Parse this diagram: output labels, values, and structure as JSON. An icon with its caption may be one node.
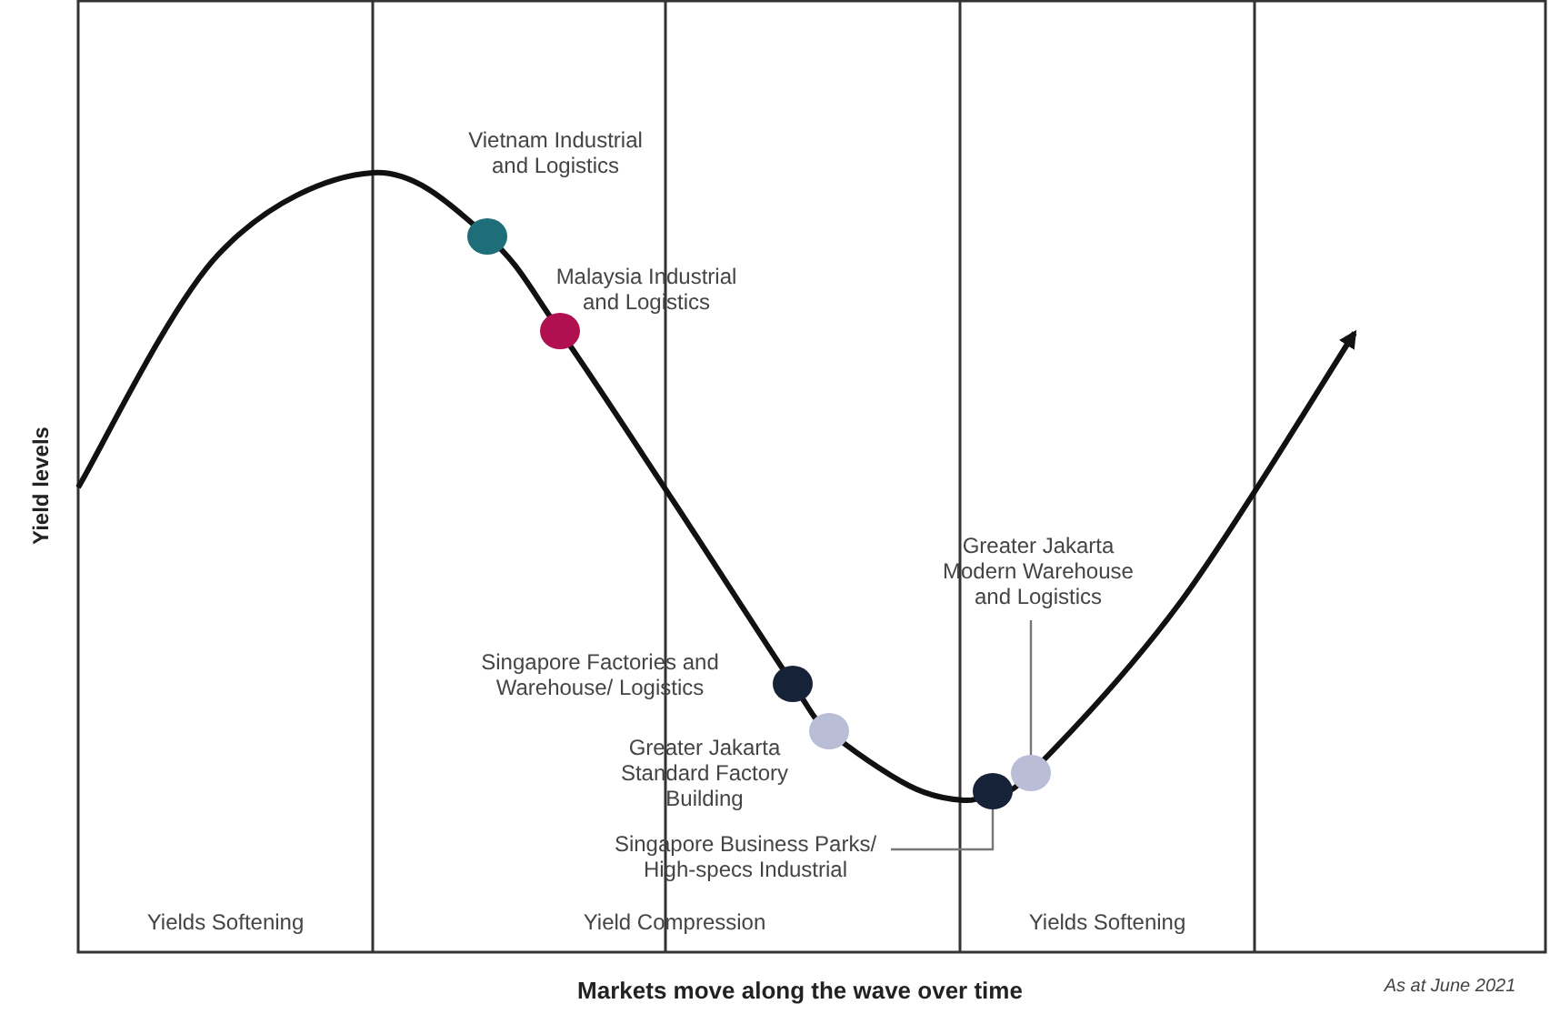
{
  "diagram": {
    "nodes": [
      {
        "text": [],
        "shape": "circle",
        "beside": [
          "Vietnam Industrial and Logistics"
        ]
      },
      {
        "text": [],
        "shape": "circle",
        "beside": [
          "Malaysia Industrial and Logistics"
        ]
      },
      {
        "text": [],
        "shape": "circle",
        "beside": [
          "Singapore Factories and Warehouse/ Logistics"
        ]
      },
      {
        "text": [],
        "shape": "circle",
        "beside": [
          "Greater Jakarta Standard Factory Building"
        ]
      },
      {
        "text": [],
        "shape": "circle"
      },
      {
        "text": [],
        "shape": "circle"
      },
      {
        "text": [
          "Greater Jakarta Modern Warehouse and Logistics"
        ]
      },
      {
        "text": [
          "Singapore Business Parks/ High-specs Industrial"
        ]
      }
    ],
    "edges": [
      {
        "from": 6,
        "to": 5,
        "arrow": "none"
      },
      {
        "from": 7,
        "to": 4,
        "arrow": "none"
      }
    ],
    "labels": [
      "Yield levels",
      "Yields Softening",
      "Yield Compression",
      "Yields Softening",
      "Markets move along the wave over time",
      "As at June 2021"
    ]
  }
}
